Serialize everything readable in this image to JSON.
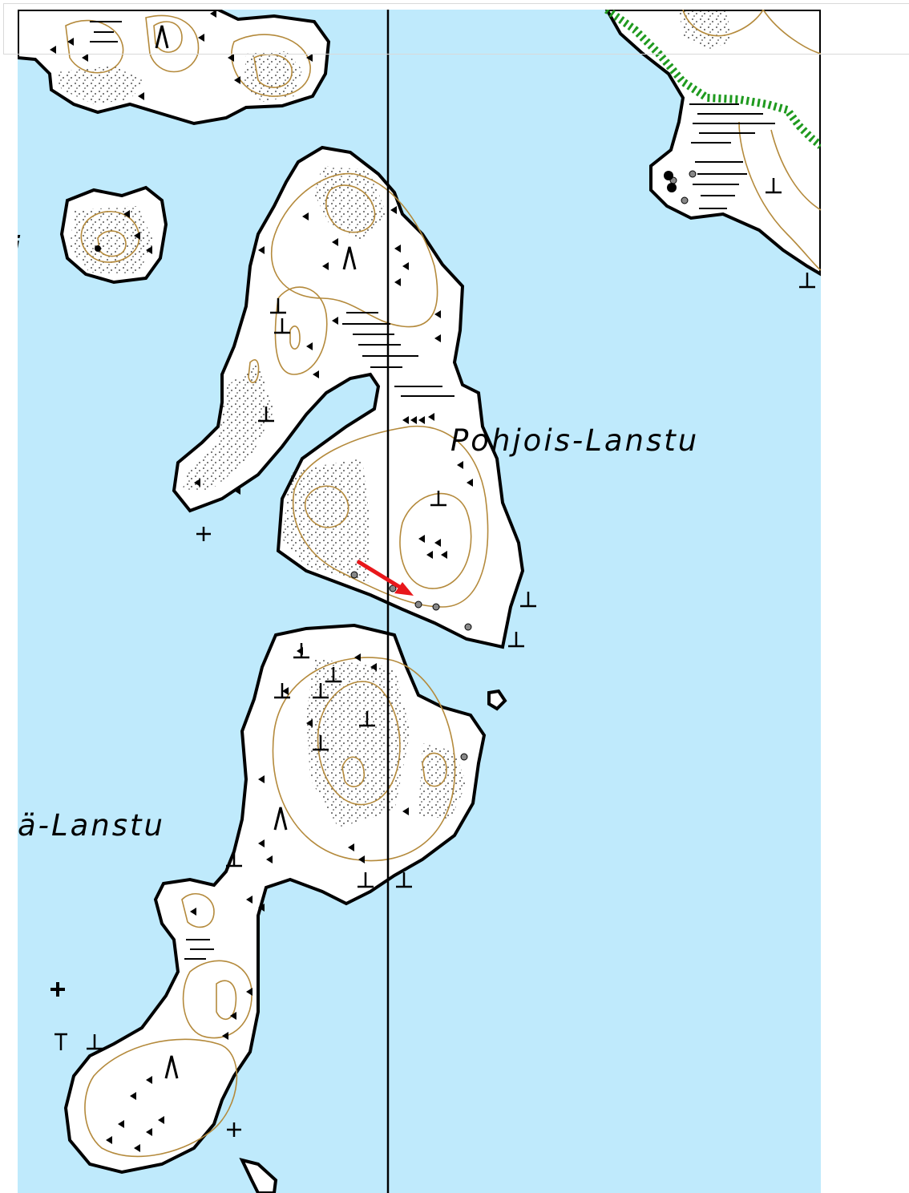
{
  "map": {
    "colors": {
      "water": "#bfeafc",
      "land": "#ffffff",
      "shore": "#000000",
      "contour": "#b48a3c",
      "marsh_edge": "#1f9a1f",
      "marker": "#e8171b"
    },
    "place_labels": [
      {
        "id": "pohjois-lanstu",
        "text": "Pohjois-Lanstu"
      },
      {
        "id": "etela-lanstu",
        "text": "ä-Lanstu"
      },
      {
        "id": "partial-letter",
        "text": "i"
      }
    ],
    "grid_line": "vertical",
    "location_marker": "red-arrow"
  }
}
